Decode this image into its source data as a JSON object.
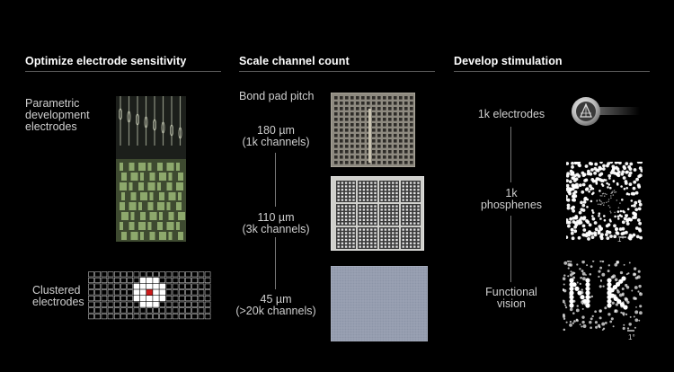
{
  "columns": [
    {
      "title": "Optimize electrode sensitivity"
    },
    {
      "title": "Scale channel count"
    },
    {
      "title": "Develop stimulation"
    }
  ],
  "col1": {
    "parametric": [
      "Parametric",
      "development",
      "electrodes"
    ],
    "clustered": [
      "Clustered",
      "electrodes"
    ]
  },
  "col2": {
    "header": "Bond pad pitch",
    "levels": [
      {
        "pitch": "180 µm",
        "channels": "(1k channels)"
      },
      {
        "pitch": "110 µm",
        "channels": "(3k channels)"
      },
      {
        "pitch": "45 µm",
        "channels": "(>20k channels)"
      }
    ]
  },
  "col3": {
    "items": [
      {
        "lines": [
          "1k electrodes"
        ]
      },
      {
        "lines": [
          "1k",
          "phosphenes"
        ],
        "scale": "1°"
      },
      {
        "lines": [
          "Functional",
          "vision"
        ],
        "scale": "1°"
      }
    ]
  },
  "colors": {
    "background": "#000000",
    "title": "#ffffff",
    "text": "#cfcfcf",
    "rule": "#5a5a5a",
    "highlight": "#cc1a1a"
  }
}
